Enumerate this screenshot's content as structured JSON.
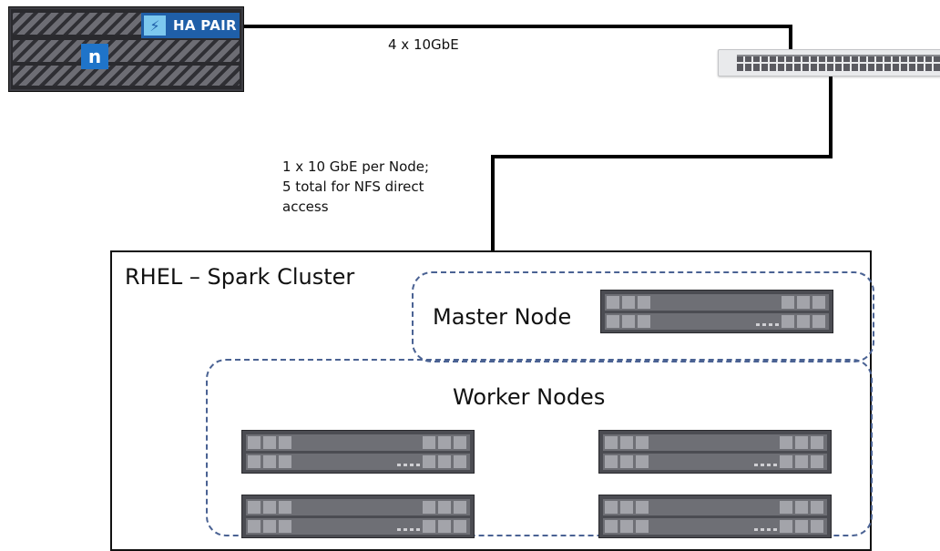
{
  "storage": {
    "badge_text": "HA PAIR",
    "logo_glyph": "n",
    "icon": "lightning-bolt-icon"
  },
  "links": {
    "storage_to_switch": "4 x 10GbE",
    "switch_to_cluster_lines": [
      "1 x 10 GbE per Node;",
      "5 total for NFS direct",
      "access"
    ]
  },
  "cluster": {
    "title": "RHEL – Spark Cluster",
    "master_label": "Master Node",
    "worker_label": "Worker Nodes",
    "worker_count_visible": 4
  },
  "colors": {
    "badge_blue": "#1f5fa8",
    "dashed_outline": "#4a6293",
    "server_gray": "#4b4c52"
  }
}
